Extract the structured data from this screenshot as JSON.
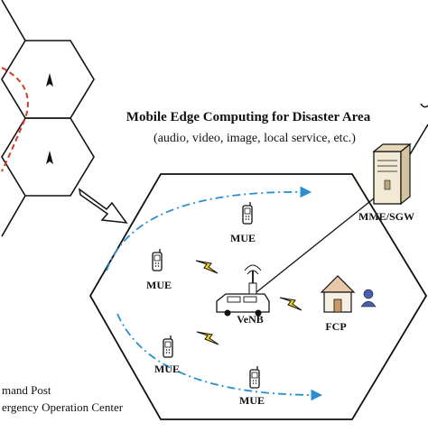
{
  "title": "Mobile Edge Computing for Disaster Area",
  "subtitle": "(audio, video, image, local service, etc.)",
  "nodes": {
    "mme_sgw": "MME/SGW",
    "venb": "VeNB",
    "fcp": "FCP",
    "mue_1": "MUE",
    "mue_2": "MUE",
    "mue_3": "MUE",
    "mue_4": "MUE"
  },
  "legend": {
    "line_1": "mand Post",
    "line_2": "ergency Operation Center"
  },
  "icons": {
    "phone": "mobile-phone-icon",
    "server": "server-tower-icon",
    "vehicle": "vehicle-base-station-icon",
    "house": "house-icon",
    "person": "person-icon",
    "lightning": "wireless-link-icon",
    "arrow": "hollow-arrow-icon"
  },
  "colors": {
    "cycle_arrow": "#2a8fd0",
    "dashed_circle": "#d43a2a",
    "lightning": "#f2d21c",
    "lines": "#111111"
  }
}
